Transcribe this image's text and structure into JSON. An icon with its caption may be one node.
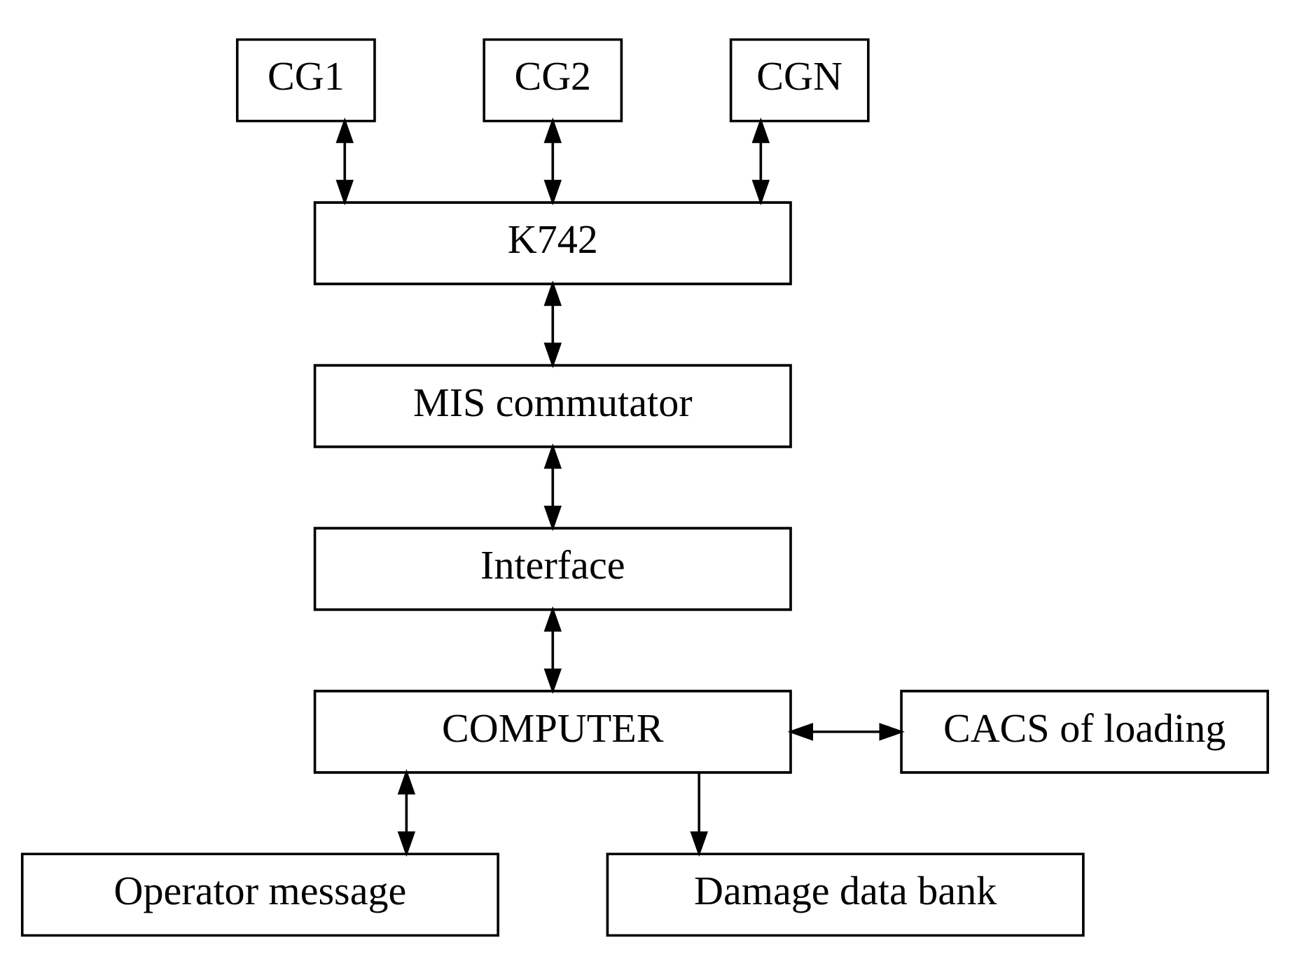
{
  "diagram": {
    "nodes": [
      {
        "text": [
          "CG1"
        ]
      },
      {
        "text": [
          "CG2"
        ]
      },
      {
        "text": [
          "CGN"
        ]
      },
      {
        "text": [
          "K742"
        ]
      },
      {
        "text": [
          "MIS commutator"
        ]
      },
      {
        "text": [
          "Interface"
        ]
      },
      {
        "text": [
          "COMPUTER"
        ]
      },
      {
        "text": [
          "CACS of loading"
        ]
      },
      {
        "text": [
          "Operator message"
        ]
      },
      {
        "text": [
          "Damage data bank"
        ]
      }
    ],
    "edges": [
      {
        "from": 0,
        "to": 3,
        "arrow": "both"
      },
      {
        "from": 1,
        "to": 3,
        "arrow": "both"
      },
      {
        "from": 2,
        "to": 3,
        "arrow": "both"
      },
      {
        "from": 3,
        "to": 4,
        "arrow": "both"
      },
      {
        "from": 4,
        "to": 5,
        "arrow": "both"
      },
      {
        "from": 5,
        "to": 6,
        "arrow": "both"
      },
      {
        "from": 6,
        "to": 7,
        "arrow": "both"
      },
      {
        "from": 6,
        "to": 8,
        "arrow": "both"
      },
      {
        "from": 6,
        "to": 9,
        "arrow": "to"
      }
    ]
  }
}
